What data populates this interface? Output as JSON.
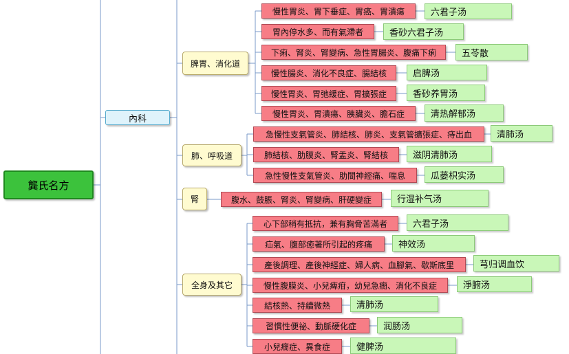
{
  "root": {
    "label": "龔氏名方"
  },
  "department": {
    "label": "內科"
  },
  "categories": [
    {
      "label": "脾胃、消化道",
      "items": [
        {
          "symptom": "慢性胃炎、胃下垂症、胃癌、胃潰瘍",
          "formula": "六君子汤"
        },
        {
          "symptom": "胃內停水多、而有氣滯者",
          "formula": "香砂六君子汤"
        },
        {
          "symptom": "下痢、腎炎、腎變病、急性胃腸炎、腹痛下痢",
          "formula": "五苓散"
        },
        {
          "symptom": "慢性腸炎、消化不良症、腸結核",
          "formula": "启脾汤"
        },
        {
          "symptom": "慢性胃炎、胃弛緩症、胃擴張症",
          "formula": "香砂养胃汤"
        },
        {
          "symptom": "慢性胃炎、胃潰瘍、胰臟炎、膽石症",
          "formula": "清热解郁汤"
        }
      ]
    },
    {
      "label": "肺、呼吸道",
      "items": [
        {
          "symptom": "急慢性支氣管炎、肺結核、肺炎、支氣管擴張症、痔出血",
          "formula": "清肺汤"
        },
        {
          "symptom": "肺結核、肋膜炎、腎盂炎、腎結核",
          "formula": "滋阴清肺汤"
        },
        {
          "symptom": "急性慢性支氣管炎、肋間神經痛、喘息",
          "formula": "瓜蒌枳实汤"
        }
      ]
    },
    {
      "label": "腎",
      "items": [
        {
          "symptom": "腹水、鼓脹、腎炎、腎變病、肝硬變症",
          "formula": "行湿补气汤"
        }
      ]
    },
    {
      "label": "全身及其它",
      "items": [
        {
          "symptom": "心下部稍有抵抗，兼有胸脅苦滿者",
          "formula": "六君子汤"
        },
        {
          "symptom": "疝氣、腹部癒著所引起的疼痛",
          "formula": "神效汤"
        },
        {
          "symptom": "產後調理、產後神經症、婦人病、血腳氣、歇斯底里",
          "formula": "芎归调血饮"
        },
        {
          "symptom": "慢性腹膜炎、小兒痺疳，幼兒急癇、消化不良症",
          "formula": "淨腑汤"
        },
        {
          "symptom": "結核熱、持續微熱",
          "formula": "清肺汤"
        },
        {
          "symptom": "習慣性便祕、動脈硬化症",
          "formula": "润肠汤"
        },
        {
          "symptom": "小兒癇症、異食症",
          "formula": "健脾汤"
        }
      ]
    }
  ],
  "colors": {
    "root": "#3cc23c",
    "department": "#dff3fb",
    "category": "#fffbd0",
    "symptom": "#f77d86",
    "formula": "#c9f7b8",
    "connector": "#7a9ac8"
  }
}
